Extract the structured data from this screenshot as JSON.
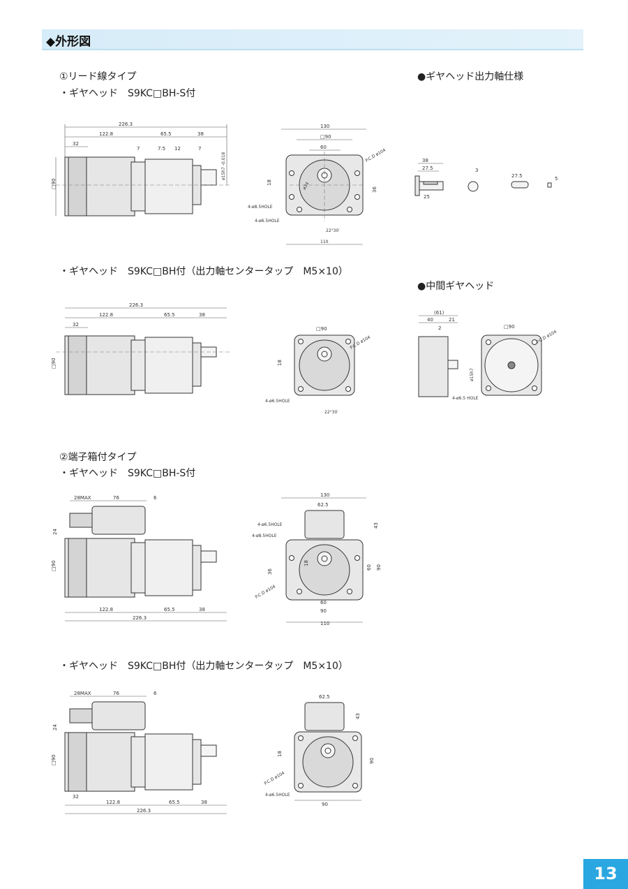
{
  "section_title": "◆外形図",
  "headings": {
    "lead_wire_type": "①リード線タイプ",
    "gear_bh_s_1": "・ギヤヘッド　S9KC□BH-S付",
    "gear_bh_center_1": "・ギヤヘッド　S9KC□BH付（出力軸センタータップ　M5×10）",
    "terminal_box_type": "②端子箱付タイプ",
    "gear_bh_s_2": "・ギヤヘッド　S9KC□BH-S付",
    "gear_bh_center_2": "・ギヤヘッド　S9KC□BH付（出力軸センタータップ　M5×10）",
    "output_shaft_spec": "●ギヤヘッド出力軸仕様",
    "intermediate_gearhead": "●中間ギヤヘッド"
  },
  "dims": {
    "len_total": "226.3",
    "len_motor": "122.8",
    "len_gear": "65.5",
    "len_shaft": "38",
    "d32": "32",
    "d7": "7",
    "d75": "7.5",
    "d12": "12",
    "sq90": "□90",
    "shaft_dia": "ø15h7 -0.018",
    "f130": "130",
    "f60": "60",
    "f18": "18",
    "f36": "36",
    "f90": "90",
    "f110": "110",
    "ang": "22°30′",
    "pcd": "P.C.D ø104",
    "dia34": "ø34",
    "hole85": "4-ø8.5HOLE",
    "hole65": "4-ø6.5HOLE",
    "tb28": "28MAX",
    "tb76": "76",
    "tb6": "6",
    "tb24": "24",
    "tb625": "62.5",
    "tb43": "43",
    "sp275": "27.5",
    "sp25": "25",
    "sp5": "5",
    "sp3": "3",
    "mid61": "(61)",
    "mid40": "40",
    "mid21": "21",
    "mid2": "2",
    "mid15": "ø15h7",
    "hole65b": "4-ø6.5 HOLE"
  },
  "page_number": "13"
}
